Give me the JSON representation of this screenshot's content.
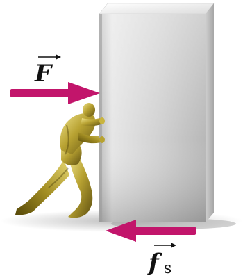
{
  "labels": {
    "applied_force": {
      "symbol": "F",
      "subscript": ""
    },
    "static_friction": {
      "symbol": "f",
      "subscript": "s"
    }
  },
  "colors": {
    "arrow": "#c2156b",
    "block_light": "#f2f2f2",
    "block_mid": "#c8c8c8",
    "block_dark": "#9a9a9a",
    "figure_light": "#d9c95a",
    "figure_dark": "#6e5f12"
  },
  "icons": {
    "person": "person-pushing-icon",
    "block": "block-icon"
  }
}
